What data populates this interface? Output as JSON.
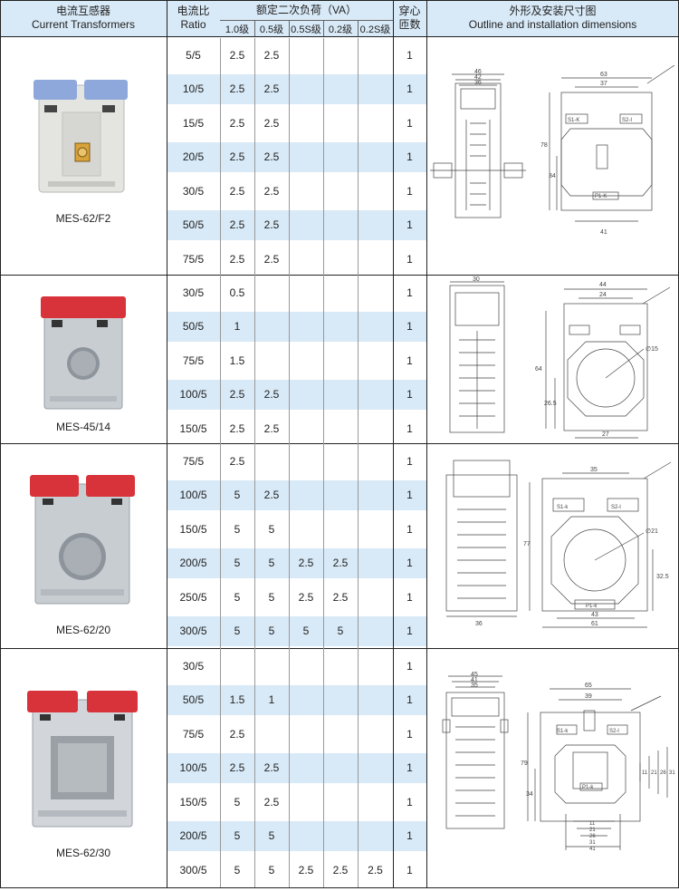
{
  "header": {
    "product_zh": "电流互感器",
    "product_en": "Current Transformers",
    "ratio_zh": "电流比",
    "ratio_en": "Ratio",
    "burden": "额定二次负荷（VA）",
    "grades": [
      "1.0级",
      "0.5级",
      "0.5S级",
      "0.2级",
      "0.2S级"
    ],
    "turns_1": "穿心",
    "turns_2": "匝数",
    "outline_zh": "外形及安装尺寸图",
    "outline_en": "Outline and installation dimensions"
  },
  "groups": [
    {
      "model": "MES-62/F2",
      "rows": [
        {
          "ratio": "5/5",
          "g10": "2.5",
          "g05": "2.5",
          "g05s": "",
          "g02": "",
          "g02s": "",
          "turns": "1"
        },
        {
          "ratio": "10/5",
          "g10": "2.5",
          "g05": "2.5",
          "g05s": "",
          "g02": "",
          "g02s": "",
          "turns": "1"
        },
        {
          "ratio": "15/5",
          "g10": "2.5",
          "g05": "2.5",
          "g05s": "",
          "g02": "",
          "g02s": "",
          "turns": "1"
        },
        {
          "ratio": "20/5",
          "g10": "2.5",
          "g05": "2.5",
          "g05s": "",
          "g02": "",
          "g02s": "",
          "turns": "1"
        },
        {
          "ratio": "30/5",
          "g10": "2.5",
          "g05": "2.5",
          "g05s": "",
          "g02": "",
          "g02s": "",
          "turns": "1"
        },
        {
          "ratio": "50/5",
          "g10": "2.5",
          "g05": "2.5",
          "g05s": "",
          "g02": "",
          "g02s": "",
          "turns": "1"
        },
        {
          "ratio": "75/5",
          "g10": "2.5",
          "g05": "2.5",
          "g05s": "",
          "g02": "",
          "g02s": "",
          "turns": "1"
        }
      ],
      "dims": {
        "side": [
          "46",
          "42",
          "36"
        ],
        "front": [
          "63",
          "37",
          "78",
          "34",
          "41"
        ],
        "labels": [
          "S1-K",
          "S2-I",
          "P1-K"
        ]
      }
    },
    {
      "model": "MES-45/14",
      "rows": [
        {
          "ratio": "30/5",
          "g10": "0.5",
          "g05": "",
          "g05s": "",
          "g02": "",
          "g02s": "",
          "turns": "1"
        },
        {
          "ratio": "50/5",
          "g10": "1",
          "g05": "",
          "g05s": "",
          "g02": "",
          "g02s": "",
          "turns": "1"
        },
        {
          "ratio": "75/5",
          "g10": "1.5",
          "g05": "",
          "g05s": "",
          "g02": "",
          "g02s": "",
          "turns": "1"
        },
        {
          "ratio": "100/5",
          "g10": "2.5",
          "g05": "2.5",
          "g05s": "",
          "g02": "",
          "g02s": "",
          "turns": "1"
        },
        {
          "ratio": "150/5",
          "g10": "2.5",
          "g05": "2.5",
          "g05s": "",
          "g02": "",
          "g02s": "",
          "turns": "1"
        }
      ],
      "dims": {
        "side": [
          "30"
        ],
        "front": [
          "44",
          "24",
          "64",
          "26.5",
          "27",
          "∅15"
        ]
      }
    },
    {
      "model": "MES-62/20",
      "rows": [
        {
          "ratio": "75/5",
          "g10": "2.5",
          "g05": "",
          "g05s": "",
          "g02": "",
          "g02s": "",
          "turns": "1"
        },
        {
          "ratio": "100/5",
          "g10": "5",
          "g05": "2.5",
          "g05s": "",
          "g02": "",
          "g02s": "",
          "turns": "1"
        },
        {
          "ratio": "150/5",
          "g10": "5",
          "g05": "5",
          "g05s": "",
          "g02": "",
          "g02s": "",
          "turns": "1"
        },
        {
          "ratio": "200/5",
          "g10": "5",
          "g05": "5",
          "g05s": "2.5",
          "g02": "2.5",
          "g02s": "",
          "turns": "1"
        },
        {
          "ratio": "250/5",
          "g10": "5",
          "g05": "5",
          "g05s": "2.5",
          "g02": "2.5",
          "g02s": "",
          "turns": "1"
        },
        {
          "ratio": "300/5",
          "g10": "5",
          "g05": "5",
          "g05s": "5",
          "g02": "5",
          "g02s": "",
          "turns": "1"
        }
      ],
      "dims": {
        "side": [
          "36"
        ],
        "front": [
          "35",
          "77",
          "32.5",
          "43",
          "61",
          "∅21"
        ],
        "labels": [
          "S1-k",
          "S2-l",
          "P1-k"
        ]
      }
    },
    {
      "model": "MES-62/30",
      "rows": [
        {
          "ratio": "30/5",
          "g10": "",
          "g05": "",
          "g05s": "",
          "g02": "",
          "g02s": "",
          "turns": "1"
        },
        {
          "ratio": "50/5",
          "g10": "1.5",
          "g05": "1",
          "g05s": "",
          "g02": "",
          "g02s": "",
          "turns": "1"
        },
        {
          "ratio": "75/5",
          "g10": "2.5",
          "g05": "",
          "g05s": "",
          "g02": "",
          "g02s": "",
          "turns": "1"
        },
        {
          "ratio": "100/5",
          "g10": "2.5",
          "g05": "2.5",
          "g05s": "",
          "g02": "",
          "g02s": "",
          "turns": "1"
        },
        {
          "ratio": "150/5",
          "g10": "5",
          "g05": "2.5",
          "g05s": "",
          "g02": "",
          "g02s": "",
          "turns": "1"
        },
        {
          "ratio": "200/5",
          "g10": "5",
          "g05": "5",
          "g05s": "",
          "g02": "",
          "g02s": "",
          "turns": "1"
        },
        {
          "ratio": "300/5",
          "g10": "5",
          "g05": "5",
          "g05s": "2.5",
          "g02": "2.5",
          "g02s": "2.5",
          "turns": "1"
        }
      ],
      "dims": {
        "side": [
          "45",
          "41",
          "35"
        ],
        "front": [
          "65",
          "39",
          "79",
          "34",
          "11",
          "21",
          "26",
          "31"
        ],
        "bottom": [
          "11",
          "21",
          "26",
          "31",
          "41"
        ],
        "labels": [
          "S1-k",
          "S2-l",
          "P1-k"
        ]
      }
    }
  ],
  "colors": {
    "header_bg": "#d8e9f7",
    "band_bg": "#d8e9f7",
    "terminal_red": "#d8333a",
    "terminal_blue": "#7f9ed6",
    "housing": "#d4d8dc"
  }
}
